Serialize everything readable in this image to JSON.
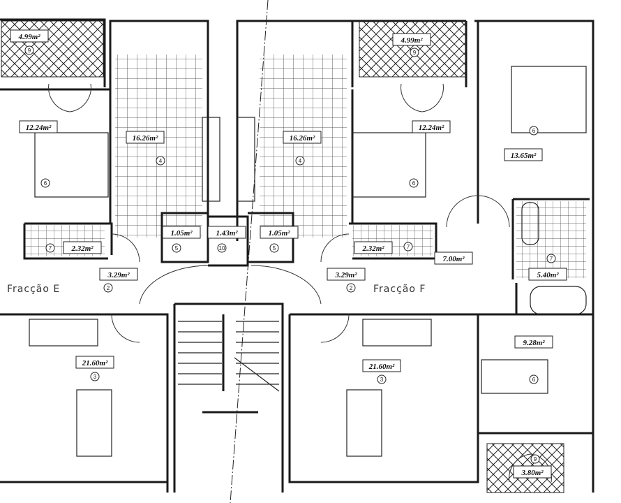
{
  "plan": {
    "units": [
      {
        "name": "Fracção E"
      },
      {
        "name": "Fracção F"
      }
    ],
    "rooms": [
      {
        "area": "4.99m²",
        "number": "9"
      },
      {
        "area": "12.24m²",
        "number": "6"
      },
      {
        "area": "16.26m²",
        "number": "4"
      },
      {
        "area": "2.32m²",
        "number": "7"
      },
      {
        "area": "1.05m²",
        "number": "5"
      },
      {
        "area": "1.43m²",
        "number": "10"
      },
      {
        "area": "1.05m²",
        "number": "5"
      },
      {
        "area": "3.29m²",
        "number": "2"
      },
      {
        "area": "21.60m²",
        "number": "3"
      },
      {
        "area": "4.99m²",
        "number": "9"
      },
      {
        "area": "12.24m²",
        "number": "6"
      },
      {
        "area": "16.26m²",
        "number": "4"
      },
      {
        "area": "13.65m²",
        "number": "6"
      },
      {
        "area": "2.32m²",
        "number": "7"
      },
      {
        "area": "3.29m²",
        "number": "2"
      },
      {
        "area": "7.00m²",
        "number": ""
      },
      {
        "area": "5.40m²",
        "number": "7"
      },
      {
        "area": "9.28m²",
        "number": "6"
      },
      {
        "area": "21.60m²",
        "number": "3"
      },
      {
        "area": "3.80m²",
        "number": "9"
      }
    ],
    "colors": {
      "line": "#1a1a1a",
      "paper": "#ffffff"
    }
  }
}
